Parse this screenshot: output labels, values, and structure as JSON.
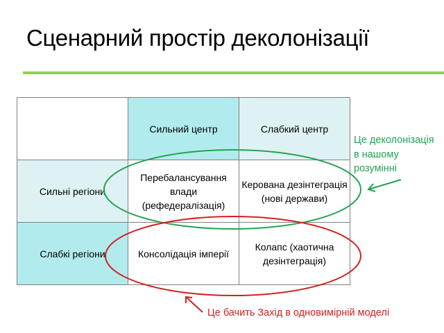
{
  "title": "Сценарний простір деколонізації",
  "table": {
    "columns": [
      "Сильний центр",
      "Слабкий центр"
    ],
    "rows": [
      {
        "label": "Сильні регіони",
        "cells": [
          "Перебалансування влади (рефедералізація)",
          "Керована дезінтеграція (нові держави)"
        ]
      },
      {
        "label": "Слабкі регіони",
        "cells": [
          "Консолідація імперії",
          "Колапс (хаотична дезінтеграція)"
        ]
      }
    ]
  },
  "annotations": {
    "green": {
      "lines": [
        "Це деколонізація",
        "в нашому",
        "розумінні"
      ],
      "color": "#22a352"
    },
    "red": {
      "text": "Це бачить Захід в одновимірній моделі",
      "color": "#d42020"
    }
  },
  "colors": {
    "accent_rule": "#92d050",
    "header_dark": "#b2ebee",
    "header_light": "#def2f4"
  }
}
